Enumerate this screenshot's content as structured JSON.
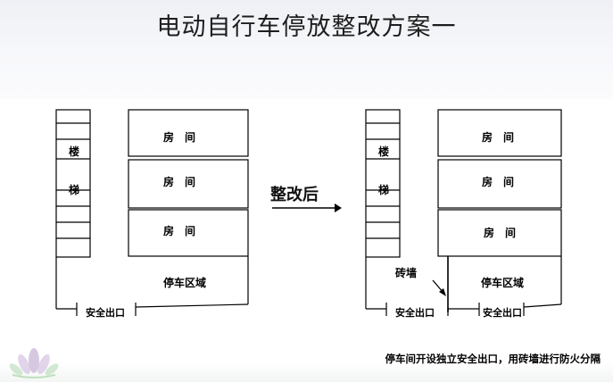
{
  "title": "电动自行车停放整改方案一",
  "left_plan": {
    "stair_label_1": "楼",
    "stair_label_2": "梯",
    "room_1": "房　间",
    "room_2": "房　间",
    "room_3": "房　间",
    "parking_label": "停车区域",
    "exit_label": "安全出口"
  },
  "transition": {
    "label": "整改后"
  },
  "right_plan": {
    "stair_label_1": "楼",
    "stair_label_2": "梯",
    "room_1": "房　间",
    "room_2": "房　间",
    "room_3": "房　间",
    "brick_wall_label": "砖墙",
    "parking_label": "停车区域",
    "exit_label_1": "安全出口",
    "exit_label_2": "安全出口"
  },
  "caption": "停车间开设独立安全出口，用砖墙进行防火分隔",
  "colors": {
    "line": "#000000",
    "logo_petal": "#c9b6d8",
    "logo_leaf": "#bfe0c0"
  }
}
